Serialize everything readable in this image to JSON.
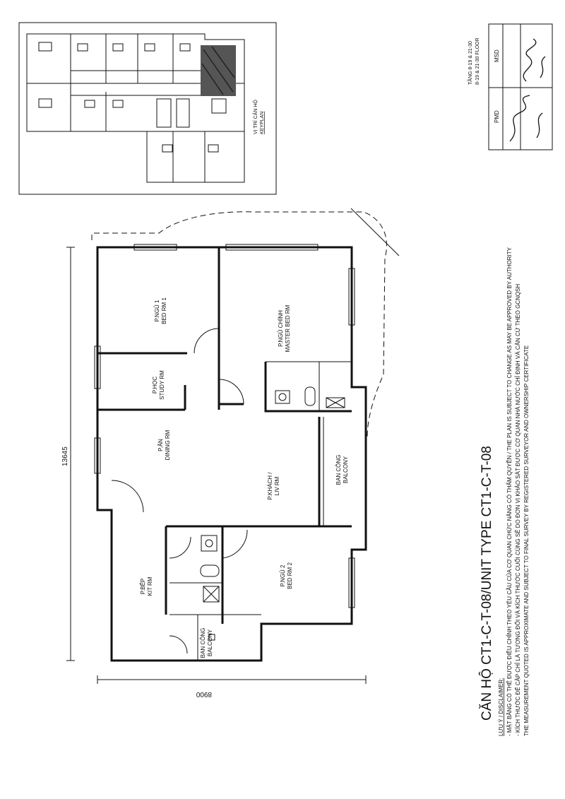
{
  "keyplan": {
    "title": "VỊ TRÍ CĂN HỘ",
    "subtitle": "KEYPLAN"
  },
  "approval": {
    "floor_vi": "TẦNG 8-19 & 21-30",
    "floor_en": "8-19 & 21-30 FLOOR",
    "col1": "PMD",
    "col2": "MSD"
  },
  "rooms": [
    {
      "id": "bed1",
      "vi": "P.NGỦ 1",
      "en": "BED RM 1"
    },
    {
      "id": "master",
      "vi": "P.NGỦ CHÍNH",
      "en": "MASTER BED RM"
    },
    {
      "id": "study",
      "vi": "P.HỌC",
      "en": "STUDY RM"
    },
    {
      "id": "dining",
      "vi": "P.ĂN",
      "en": "DINING RM"
    },
    {
      "id": "living",
      "vi": "P.KHÁCH /",
      "en": "LIV RM"
    },
    {
      "id": "balcony1",
      "vi": "BAN CÔNG",
      "en": "BALCONY"
    },
    {
      "id": "kitchen",
      "vi": "P.BẾP",
      "en": "KIT RM"
    },
    {
      "id": "bed2",
      "vi": "P.NGỦ 2",
      "en": "BED RM 2"
    },
    {
      "id": "balcony2",
      "vi": "BAN CÔNG",
      "en": "BALCONY"
    }
  ],
  "dimensions": {
    "length": "13645",
    "width": "8900"
  },
  "title": "CĂN HỘ CT1-C-T-08/UNIT TYPE CT1-C-T-08",
  "disclaimer": {
    "heading": "LƯU Ý / DISCLAIMER:",
    "line1": "- MẶT BẰNG CÓ THỂ ĐƯỢC ĐIỀU CHỈNH THEO YÊU CẦU CỦA CƠ QUAN CHỨC NĂNG CÓ THẨM QUYỀN / THE PLAN IS SUBJECT TO CHANGE AS MAY BE APPROVED BY AUTHORITY",
    "line2": "- KÍCH THƯỚC ĐỂ CẬP CHỈ LÀ TƯƠNG ĐỐI VÀ KÍCH THƯỚC CUỐI CÙNG SẼ DO ĐƠN VỊ KHẢO SÁT ĐƯỢC CƠ QUAN NHÀ NƯỚC CHỈ ĐỊNH VÀ CĂN CỨ THEO GCNQSH",
    "line3": "THE MEASUREMENT QUOTED IS APPROXIMATE AND SUBJECT TO FINAL SURVEY BY REGISTERED SURVEYOR AND OWNERSHIP CERTIFICATE"
  }
}
